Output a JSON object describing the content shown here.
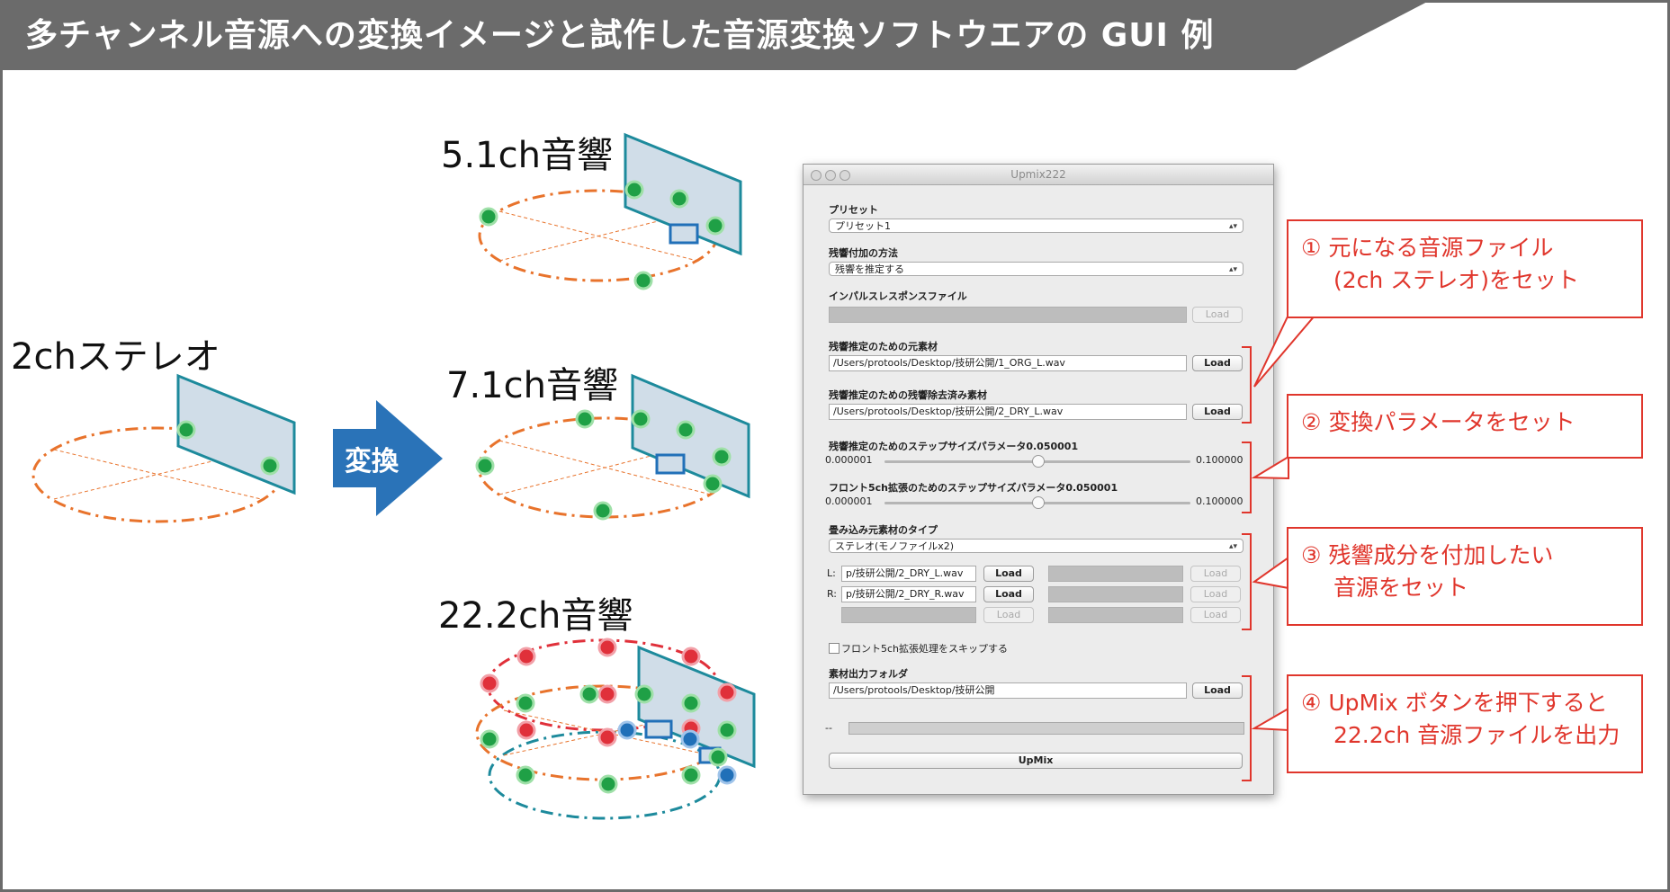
{
  "title": "多チャンネル音源への変換イメージと試作した音源変換ソフトウエアの GUI 例",
  "colors": {
    "banner": "#6b6b6b",
    "accent_red": "#e0362c",
    "orange": "#e8732c",
    "teal": "#1d8a9c",
    "green": "#1fa046",
    "red_dot": "#e0303a",
    "blue_dot": "#2170b8",
    "arrow": "#2a73b8"
  },
  "diagram": {
    "stereo_label": "2chステレオ",
    "arrow_label": "変換",
    "label_51": "5.1ch音響",
    "label_71": "7.1ch音響",
    "label_222": "22.2ch音響"
  },
  "window": {
    "title": "Upmix222",
    "preset_label": "プリセット",
    "preset_value": "プリセット1",
    "reverb_method_label": "残響付加の方法",
    "reverb_method_value": "残響を推定する",
    "impulse_label": "インパルスレスポンスファイル",
    "impulse_load": "Load",
    "orig_label": "残響推定のための元素材",
    "orig_path": "/Users/protools/Desktop/技研公開/1_ORG_L.wav",
    "orig_load": "Load",
    "dry_label": "残響推定のための残響除去済み素材",
    "dry_path": "/Users/protools/Desktop/技研公開/2_DRY_L.wav",
    "dry_load": "Load",
    "step1_label": "残響推定のためのステップサイズパラメータ0.050001",
    "step1_min": "0.000001",
    "step1_max": "0.100000",
    "step2_label": "フロント5ch拡張のためのステップサイズパラメータ0.050001",
    "step2_min": "0.000001",
    "step2_max": "0.100000",
    "convolve_type_label": "畳み込み元素材のタイプ",
    "convolve_type_value": "ステレオ(モノファイルx2)",
    "row_l_label": "L:",
    "row_l_path": "p/技研公開/2_DRY_L.wav",
    "row_r_label": "R:",
    "row_r_path": "p/技研公開/2_DRY_R.wav",
    "load": "Load",
    "skip_label": "フロント5ch拡張処理をスキップする",
    "output_label": "素材出力フォルダ",
    "output_path": "/Users/protools/Desktop/技研公開",
    "output_load": "Load",
    "progress_prefix": "--",
    "upmix_button": "UpMix"
  },
  "callouts": {
    "c1_line1": "① 元になる音源ファイル",
    "c1_line2": "(2ch ステレオ)をセット",
    "c2_line1": "② 変換パラメータをセット",
    "c3_line1": "③ 残響成分を付加したい",
    "c3_line2": "音源をセット",
    "c4_line1": "④ UpMix ボタンを押下すると",
    "c4_line2": "22.2ch 音源ファイルを出力"
  }
}
